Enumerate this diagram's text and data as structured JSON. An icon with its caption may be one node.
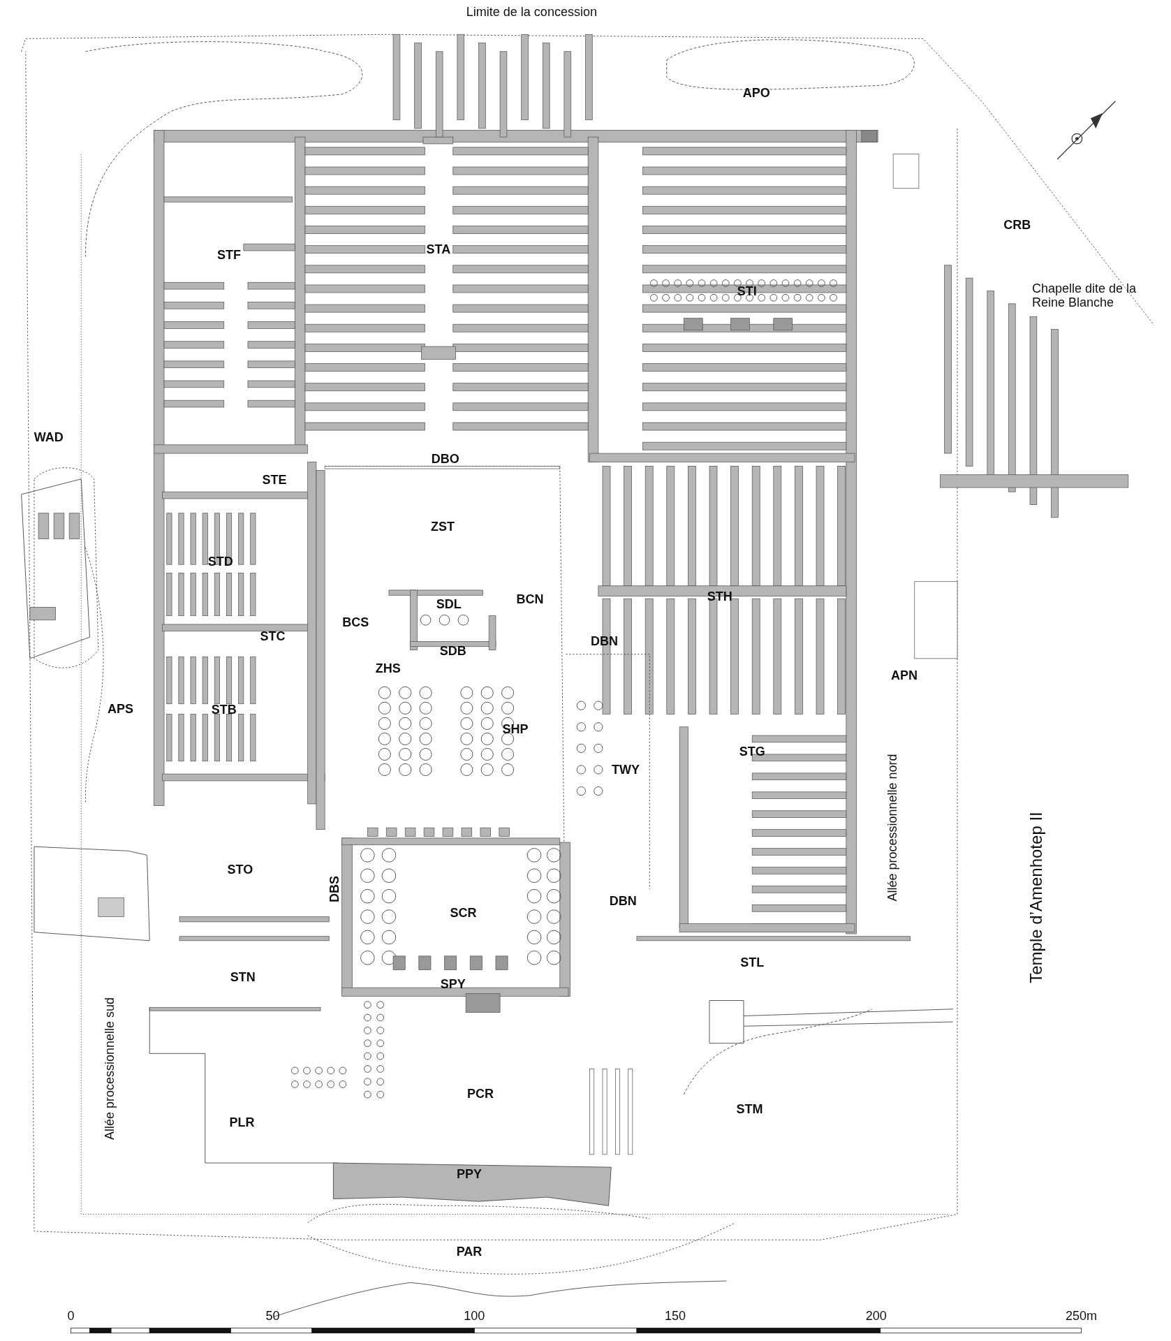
{
  "diagram": {
    "labels": [
      "Limite de la concession",
      "APO",
      "STF",
      "STA",
      "CRB",
      "STI",
      "Chapelle dite de la Reine Blanche",
      "WAD",
      "DBO",
      "STE",
      "ZST",
      "STD",
      "BCN",
      "SDL",
      "STH",
      "BCS",
      "STC",
      "DBN",
      "SDB",
      "ZHS",
      "APN",
      "APS",
      "STB",
      "SHP",
      "STG",
      "TWY",
      "Allée processionnelle nord",
      "Temple d’Amenhotep II",
      "STO",
      "DBS",
      "SCR",
      "DBN",
      "STL",
      "STN",
      "SPY",
      "Allée processionnelle sud",
      "PCR",
      "STM",
      "PLR",
      "PPY",
      "PAR",
      "0",
      "50",
      "100",
      "150",
      "200",
      "250m"
    ]
  }
}
